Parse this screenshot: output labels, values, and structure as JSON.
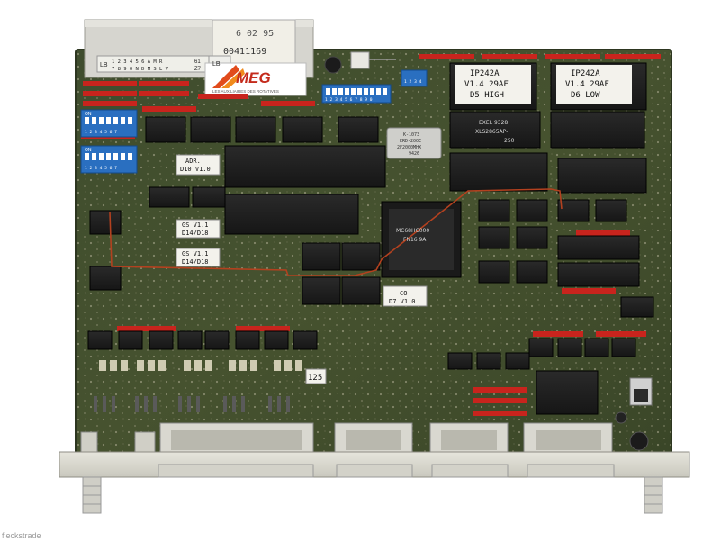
{
  "photo": {
    "watermark": "fleckstrade",
    "date_label": "6 02 95",
    "serial_label": "00411169",
    "logo_brand": "MEG",
    "logo_tagline": "LES AUXILIAIRES DES ROTATIVES",
    "top_connector_labels": [
      "LB",
      "1 2 3 4 5 6 A M R",
      "61",
      "7 8 9 0 N D M S L V",
      "Z7",
      "LB"
    ],
    "dip_top_numbers": "1 2 3 4 5 6 7 8 9 0",
    "dip_small_numbers": "1 2 3 4",
    "dip_left_on_label": "ON",
    "dip_left_numbers": "1 2 3 4 5 6 7",
    "eprom_left": [
      "IP242A",
      "V1.4 29AF",
      "D5 HIGH"
    ],
    "eprom_right": [
      "IP242A",
      "V1.4 29AF",
      "D6 LOW"
    ],
    "oscillator": [
      "K-1073",
      "ERD-20OC",
      "2F2000MHX",
      "9426"
    ],
    "label_adr": [
      "ADR.",
      "D10 V1.0"
    ],
    "label_gs1": [
      "GS V1.1",
      "D14/D18"
    ],
    "label_gs2": [
      "GS V1.1",
      "D14/D18"
    ],
    "label_co": [
      "CO",
      "D7 V1.0"
    ],
    "label_125": "125",
    "exel_chip": [
      "EXEL 9328",
      "XLS2865AP-",
      "250"
    ],
    "cpu_chip": [
      "MC68HC000",
      "FN16 9A"
    ]
  }
}
